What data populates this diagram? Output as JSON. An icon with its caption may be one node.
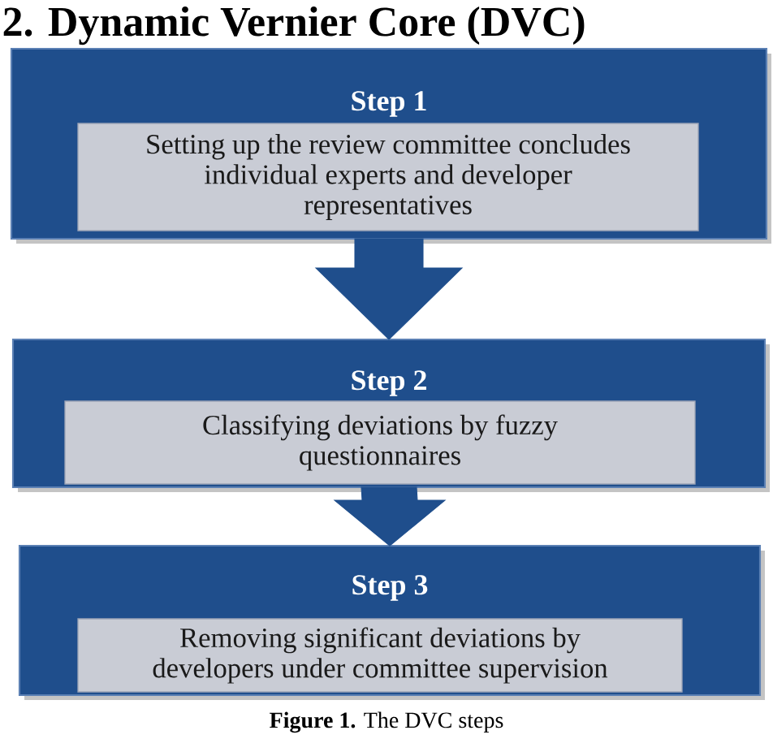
{
  "diagram": {
    "title": "2. Dynamic Vernier Core (DVC)",
    "caption": "**Figure 1.** The DVC steps",
    "nodes": [
      {
        "text": [
          "Step 1"
        ]
      },
      {
        "text": [
          "Setting up the review committee concludes individual experts and developer representatives"
        ],
        "in": 0
      },
      {
        "text": [
          "Step 2"
        ]
      },
      {
        "text": [
          "Classifying deviations by fuzzy questionnaires"
        ],
        "in": 2
      },
      {
        "text": [
          "Step 3"
        ]
      },
      {
        "text": [
          "Removing significant deviations by developers under committee supervision"
        ],
        "in": 4
      }
    ],
    "edges": [
      {
        "from": 0,
        "to": 2,
        "arrow": "to"
      },
      {
        "from": 2,
        "to": 4,
        "arrow": "to"
      }
    ]
  }
}
